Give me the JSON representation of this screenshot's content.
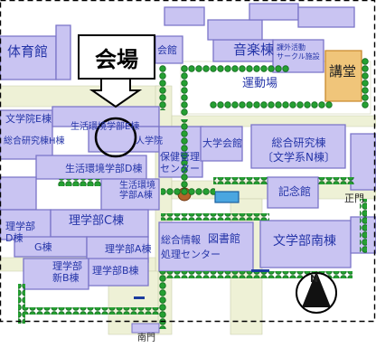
{
  "callout": {
    "label": "会場"
  },
  "buildings": {
    "gym": "体育館",
    "hall_partial": "会館",
    "music": "音楽棟",
    "extracurricular": "課外活動\nサークル施設",
    "lecture": "講堂",
    "field": "運動場",
    "letters_e": "文学院E棟",
    "research_h": "総合研究棟H棟",
    "life_e": "生活環境学部E棟",
    "science_partial": "人学院",
    "life_d": "生活環境学部D棟",
    "life_a": "生活環境\n学部A棟",
    "health": "保健管理\nセンター",
    "univ_hall": "大学会館",
    "research_n": "総合研究棟\n〔文学系N棟〕",
    "memorial": "記念館",
    "main_gate": "正門",
    "sci_d": "理学部\nD棟",
    "sci_c": "理学部C棟",
    "sci_g": "G棟",
    "sci_a": "理学部A棟",
    "sci_new_b": "理学部\n新B棟",
    "sci_b": "理学部B棟",
    "info_center": "総合情報\n処理センター",
    "library": "図書館",
    "letters_south": "文学部南棟",
    "south_gate": "南門"
  },
  "compass": {
    "label": "N"
  },
  "colors": {
    "building_fill": "#c9c4f2",
    "building_stroke": "#7a74c8",
    "path": "#f1f4d8",
    "tree": "#25a032",
    "tree_dark": "#0f6a1c",
    "ground": "#fafaf0",
    "label_blue": "#2535a8"
  }
}
